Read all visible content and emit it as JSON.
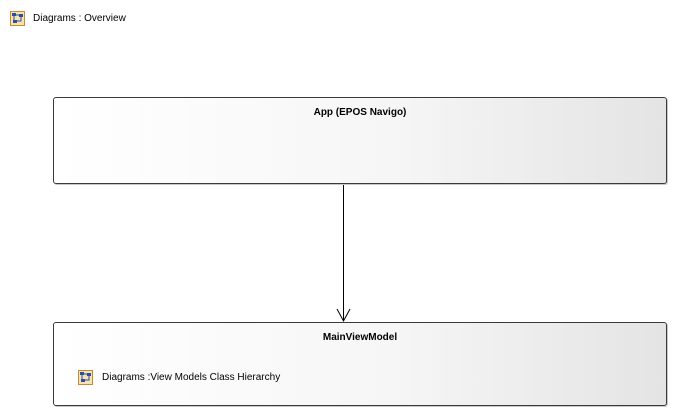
{
  "header": {
    "icon": "diagram-icon",
    "label": "Diagrams : Overview"
  },
  "nodes": {
    "app": {
      "title": "App (EPOS Navigo)"
    },
    "main_view_model": {
      "title": "MainViewModel",
      "link": {
        "icon": "diagram-icon",
        "label": "Diagrams :View Models Class Hierarchy"
      }
    }
  },
  "connector": {
    "from": "App (EPOS Navigo)",
    "to": "MainViewModel",
    "arrow": "open"
  },
  "colors": {
    "node_border": "#3a3a3a",
    "node_fill_start": "#ffffff",
    "node_fill_end": "#e4e4e4",
    "icon_frame": "#c98a2b",
    "icon_fill": "#f6e3b4",
    "icon_glyph": "#2a4fa0"
  }
}
